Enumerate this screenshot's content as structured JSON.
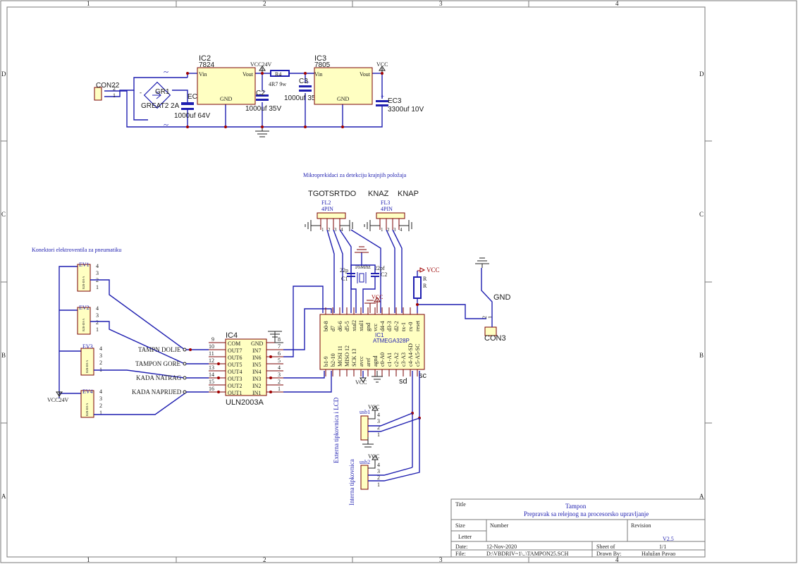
{
  "border": {
    "cols": [
      "1",
      "2",
      "3",
      "4"
    ],
    "rows": [
      "D",
      "C",
      "B",
      "A"
    ]
  },
  "power": {
    "con22": {
      "ref": "CON22",
      "pins": [
        "2",
        "1"
      ]
    },
    "gr1": {
      "ref": "GR1",
      "value": "GREAT2 2A"
    },
    "ec": {
      "ref": "EC",
      "value": "1000uf 64V"
    },
    "ic2": {
      "ref": "IC2",
      "value": "7824",
      "vin": "Vin",
      "vout": "Vout",
      "gnd": "GND"
    },
    "vcc24": "VCC24V",
    "r4": {
      "ref": "R4",
      "value": "4R7 9w"
    },
    "c2": {
      "ref": "C2",
      "value": "1000uf 35V"
    },
    "c3": {
      "ref": "C3",
      "value": "1000uf 35V"
    },
    "ic3": {
      "ref": "IC3",
      "value": "7805",
      "vin": "Vin",
      "vout": "Vout",
      "gnd": "GND"
    },
    "vcc": "VCC",
    "ec3": {
      "ref": "EC3",
      "value": "3300uf 10V"
    }
  },
  "sensors": {
    "note": "Mikroprekidaci za detekciju krajnjih položaja",
    "fl2": {
      "ref": "FL2",
      "pkg": "4PIN",
      "labels": [
        "TGO",
        "TSR",
        "TDO"
      ],
      "pins": [
        "1",
        "2",
        "3",
        "4"
      ]
    },
    "fl3": {
      "ref": "FL3",
      "pkg": "4PIN",
      "labels": [
        "KNAZ",
        "KNAP"
      ],
      "pins": [
        "1",
        "2",
        "3",
        "4"
      ]
    }
  },
  "valves": {
    "note": "Konektori elektroventila  za pneumatiku",
    "vcc24": "VCC24V",
    "items": [
      {
        "ref": "EV1",
        "part": "B2B-EH-A",
        "pins": [
          "4",
          "3",
          "2",
          "1"
        ]
      },
      {
        "ref": "EV2",
        "part": "B2B-EH-A",
        "pins": [
          "4",
          "3",
          "2",
          "1"
        ]
      },
      {
        "ref": "EV3",
        "part": "B2B-EH-A",
        "pins": [
          "4",
          "3",
          "2",
          "1"
        ]
      },
      {
        "ref": "EV4",
        "part": "B2B-EH-A",
        "pins": [
          "4",
          "3",
          "2",
          "1"
        ]
      }
    ]
  },
  "driver": {
    "ref": "IC4",
    "value": "ULN2003A",
    "left": [
      {
        "n": "9",
        "s": "COM"
      },
      {
        "n": "10",
        "s": "OUT7"
      },
      {
        "n": "11",
        "s": "OUT6"
      },
      {
        "n": "12",
        "s": "OUT5"
      },
      {
        "n": "13",
        "s": "OUT4"
      },
      {
        "n": "14",
        "s": "OUT3"
      },
      {
        "n": "15",
        "s": "OUT2"
      },
      {
        "n": "16",
        "s": "OUT1"
      }
    ],
    "right": [
      {
        "n": "8",
        "s": "GND"
      },
      {
        "n": "7",
        "s": "IN7"
      },
      {
        "n": "6",
        "s": "IN6"
      },
      {
        "n": "5",
        "s": "IN5"
      },
      {
        "n": "4",
        "s": "IN4"
      },
      {
        "n": "3",
        "s": "IN3"
      },
      {
        "n": "2",
        "s": "IN2"
      },
      {
        "n": "1",
        "s": "IN1"
      }
    ],
    "nets": [
      "TAMPN DOLJE",
      "TAMPON GORE",
      "KADA NATRAG",
      "KADA NAPRIJED"
    ]
  },
  "mcu": {
    "ref": "IC1",
    "value": "ATMEGA328P",
    "top": [
      "b0-8",
      "d7",
      "d6-6",
      "d5-5",
      "xtal2",
      "xtal1",
      "gnd",
      "vcc",
      "d4-4",
      "d3-3",
      "d2-2",
      "tx-1",
      "rx-0",
      "reset"
    ],
    "bottom": [
      "b1-9",
      "b2-10",
      "MOSI 11",
      "MISO 12",
      "SCK 13",
      "avcc",
      "aref",
      "agnd",
      "c0-A0",
      "c1-A1",
      "c2-A2",
      "c3-A3",
      "c4-A4-SD",
      "c5-A5-SC"
    ],
    "crystal": "16Mhz",
    "c1": {
      "ref": "C1",
      "value": "22p"
    },
    "c2": {
      "ref": "C2",
      "value": "22pf"
    },
    "r": {
      "ref": "R",
      "value": "R"
    },
    "vcc": "VCC",
    "sd": "sd",
    "sc": "sc"
  },
  "con3": {
    "ref": "CON3",
    "net": "GND",
    "pins": [
      "2",
      "1"
    ]
  },
  "usb": {
    "lcd_note": "Externa tipkovnica i LCD",
    "kbd_note": "Interna tipkovnica",
    "usb1": {
      "ref": "usb1",
      "vcc": "VCC",
      "pins": [
        "4",
        "3",
        "2",
        "1"
      ]
    },
    "usb2": {
      "ref": "usb2",
      "vcc": "VCC",
      "pins": [
        "4",
        "3",
        "2",
        "1"
      ]
    }
  },
  "title_block": {
    "title_label": "Title",
    "title": "Tampon",
    "subtitle": "Prepravak sa relejnog na procesorsko upravljanje",
    "size_label": "Size",
    "size": "Letter",
    "number_label": "Number",
    "revision_label": "Revision",
    "revision": "V2.5",
    "date_label": "Date:",
    "date": "12-Nov-2020",
    "sheet_label": "Sheet    of",
    "sheet": "1/1",
    "file_label": "File:",
    "file": "D:\\VBDRIV~1\\..\\TAMPON25.SCH",
    "drawn_label": "Drawn By:",
    "drawn": "Halužan Pavao"
  }
}
